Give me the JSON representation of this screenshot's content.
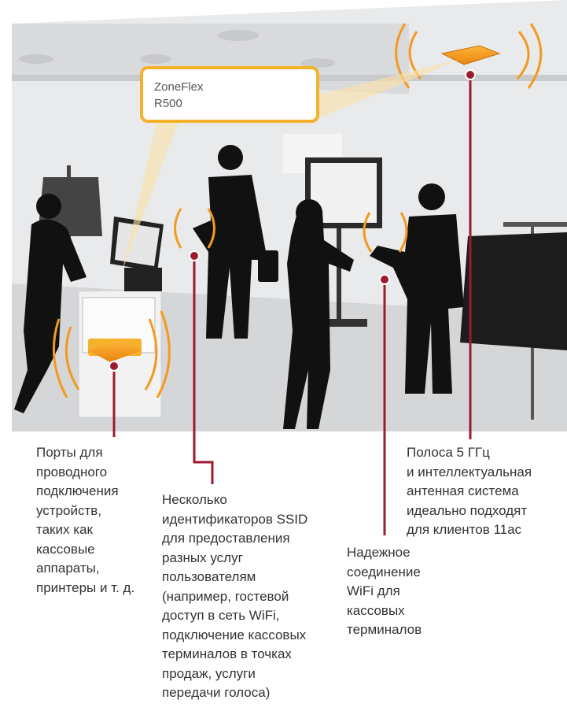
{
  "device": {
    "line1": "ZoneFlex",
    "line2": "R500"
  },
  "captions": {
    "ports": [
      "Порты для",
      "проводного",
      "подключения",
      "устройств,",
      "таких как",
      "кассовые",
      "аппараты,",
      "принтеры и т. д."
    ],
    "ssid": [
      "Несколько",
      "идентификаторов SSID",
      "для предоставления",
      "разных услуг",
      "пользователям",
      "(например, гостевой",
      "доступ в сеть WiFi,",
      "подключение кассовых",
      "терминалов в точках",
      "продаж, услуги",
      "передачи голоса)"
    ],
    "wifi": [
      "Надежное",
      "соединение",
      "WiFi для",
      "кассовых",
      "терминалов"
    ],
    "band": [
      "Полоса 5 ГГц",
      "и интеллектуальная",
      "антенная система",
      "идеально подходят",
      "для клиентов 11ac"
    ]
  },
  "colors": {
    "accent_orange": "#f39a1e",
    "callout_border": "#f5b12a",
    "pointer_red": "#9b1b30",
    "silhouette": "#111111",
    "floor": "#d7d8da"
  }
}
